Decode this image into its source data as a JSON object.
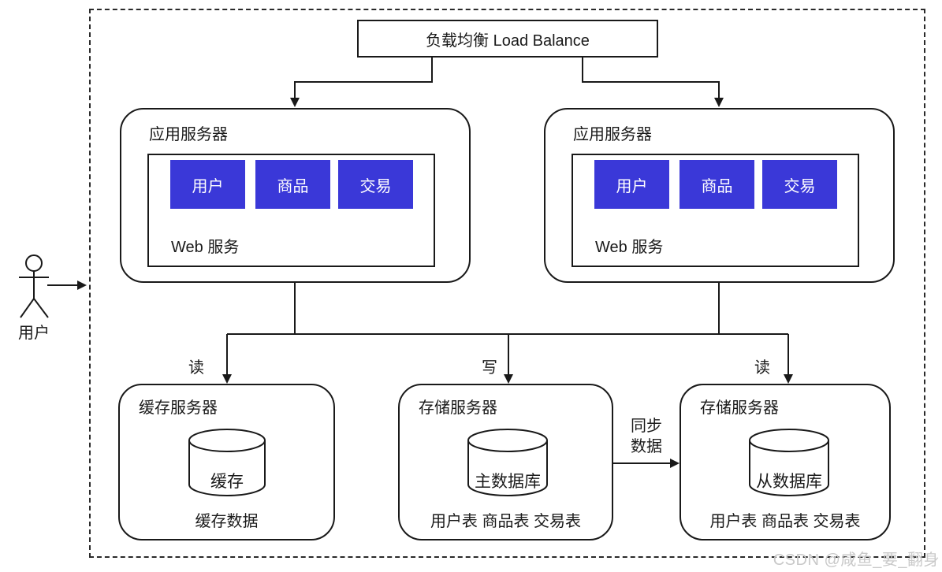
{
  "diagram": {
    "load_balancer": {
      "label": "负载均衡 Load Balance"
    },
    "actor": {
      "label": "用户"
    },
    "app_servers": [
      {
        "title": "应用服务器",
        "modules": [
          "用户",
          "商品",
          "交易"
        ],
        "web_label": "Web 服务"
      },
      {
        "title": "应用服务器",
        "modules": [
          "用户",
          "商品",
          "交易"
        ],
        "web_label": "Web 服务"
      }
    ],
    "edge_labels": {
      "read_left": "读",
      "write": "写",
      "read_right": "读",
      "sync_line1": "同步",
      "sync_line2": "数据"
    },
    "cache_server": {
      "title": "缓存服务器",
      "cylinder": "缓存",
      "caption": "缓存数据"
    },
    "storage_servers": [
      {
        "title": "存储服务器",
        "cylinder": "主数据库",
        "caption": "用户表 商品表 交易表"
      },
      {
        "title": "存储服务器",
        "cylinder": "从数据库",
        "caption": "用户表 商品表 交易表"
      }
    ],
    "watermark": "CSDN @咸鱼_要_翻身",
    "colors": {
      "module_blue": "#3A38D8",
      "line": "#191919",
      "watermark_gray": "#c9c9c9",
      "background": "#ffffff"
    }
  }
}
